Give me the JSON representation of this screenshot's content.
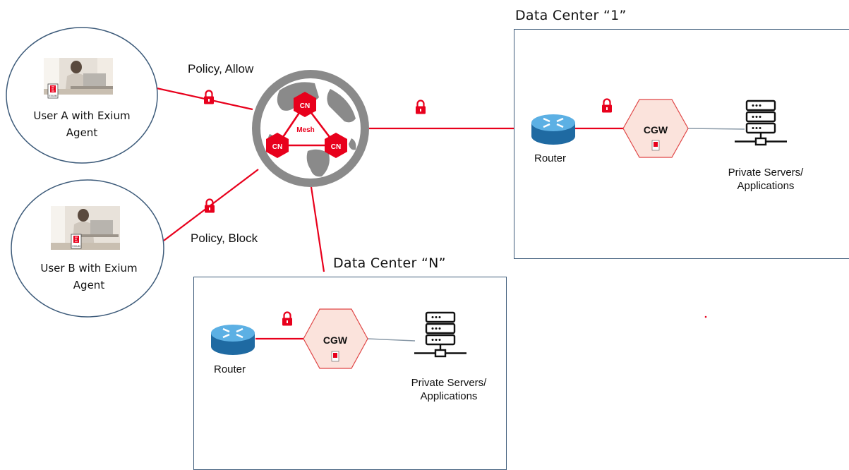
{
  "users": [
    {
      "label_line1": "User A with Exium",
      "label_line2": "Agent",
      "logo_text": "EXIUM"
    },
    {
      "label_line1": "User B with Exium",
      "label_line2": "Agent",
      "logo_text": "EXIUM"
    }
  ],
  "policies": {
    "allow": "Policy, Allow",
    "block": "Policy, Block"
  },
  "mesh": {
    "label": "Mesh",
    "nodes": [
      "CN",
      "CN",
      "CN"
    ]
  },
  "data_centers": [
    {
      "title": "Data Center “1”",
      "router": "Router",
      "gateway": "CGW",
      "servers_line1": "Private Servers/",
      "servers_line2": "Applications"
    },
    {
      "title": "Data Center “N”",
      "router": "Router",
      "gateway": "CGW",
      "servers_line1": "Private Servers/",
      "servers_line2": "Applications"
    }
  ],
  "colors": {
    "link": "#e8001c",
    "lock": "#e8001c",
    "gateway_fill": "#fbe3dc",
    "gateway_stroke": "#e04646",
    "router": "#3d8fc4",
    "globe": "#8a8a8a",
    "box_border": "#3d5b7a"
  }
}
